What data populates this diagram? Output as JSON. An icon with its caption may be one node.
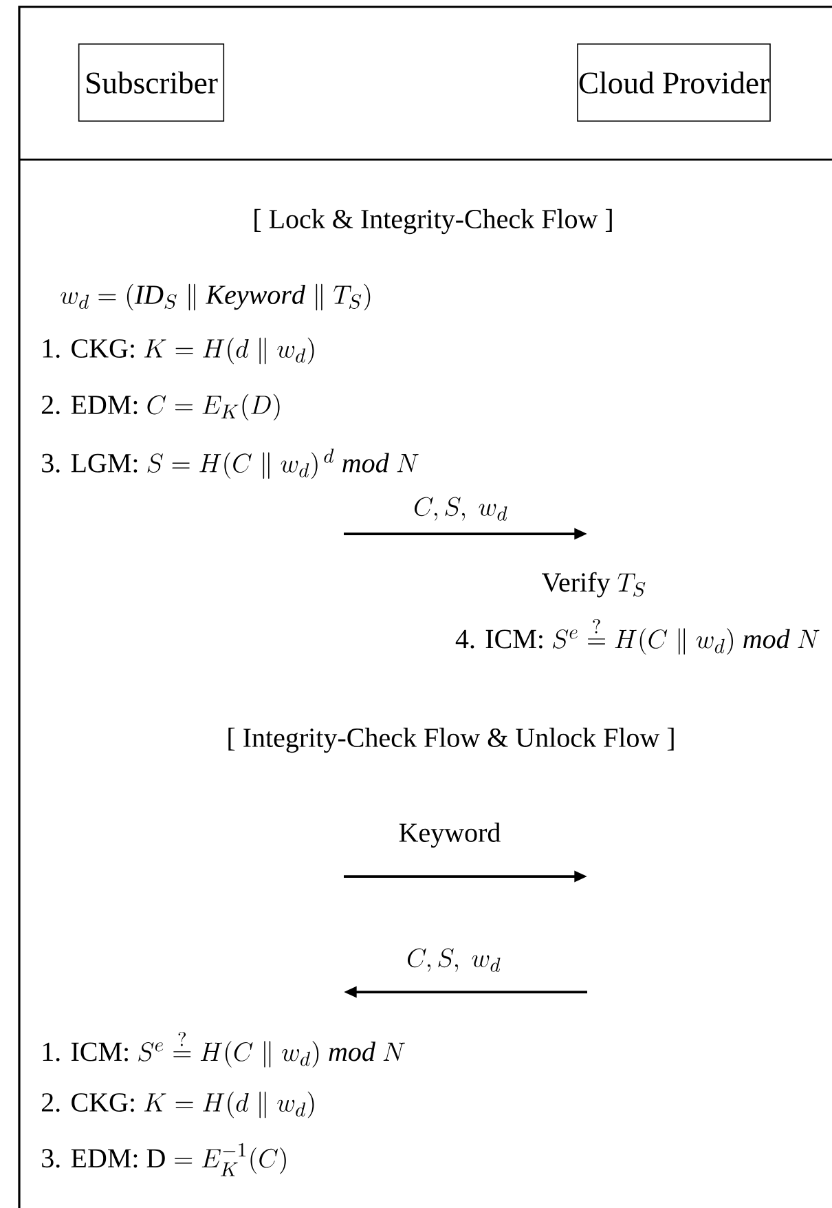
{
  "diagram": {
    "nodes": [
      {
        "text": [
          "Subscriber"
        ]
      },
      {
        "text": [
          "Cloud Provider"
        ]
      }
    ],
    "labels": [
      "[ Lock & Integrity-Check Flow ]",
      "w_d = (\\mathit{ID}_S \\parallel \\mathit{Keyword} \\parallel T_S)",
      "\\text{1. CKG: } K = H(d \\parallel w_d)",
      "\\text{2. EDM: } C = E_K(D)",
      "\\text{3. LGM: } S = H(C \\parallel w_d)^{\\,d}\\ \\mathit{mod}\\ N",
      "C, S,\\ w_d",
      "\\text{Verify } T_S",
      "\\text{4. ICM: } S^e \\stackrel{?}{=} H(C \\parallel w_d)\\ \\mathit{mod}\\ N",
      "[ Integrity-Check Flow & Unlock Flow ]",
      "Keyword",
      "C, S,\\ w_d",
      "\\text{1. ICM: } S^e \\stackrel{?}{=} H(C \\parallel w_d)\\ \\mathit{mod}\\ N",
      "\\text{2. CKG: } K = H(d \\parallel w_d)",
      "\\text{3. EDM: } \\mathrm{D} = E_K^{-1}(C)"
    ]
  }
}
